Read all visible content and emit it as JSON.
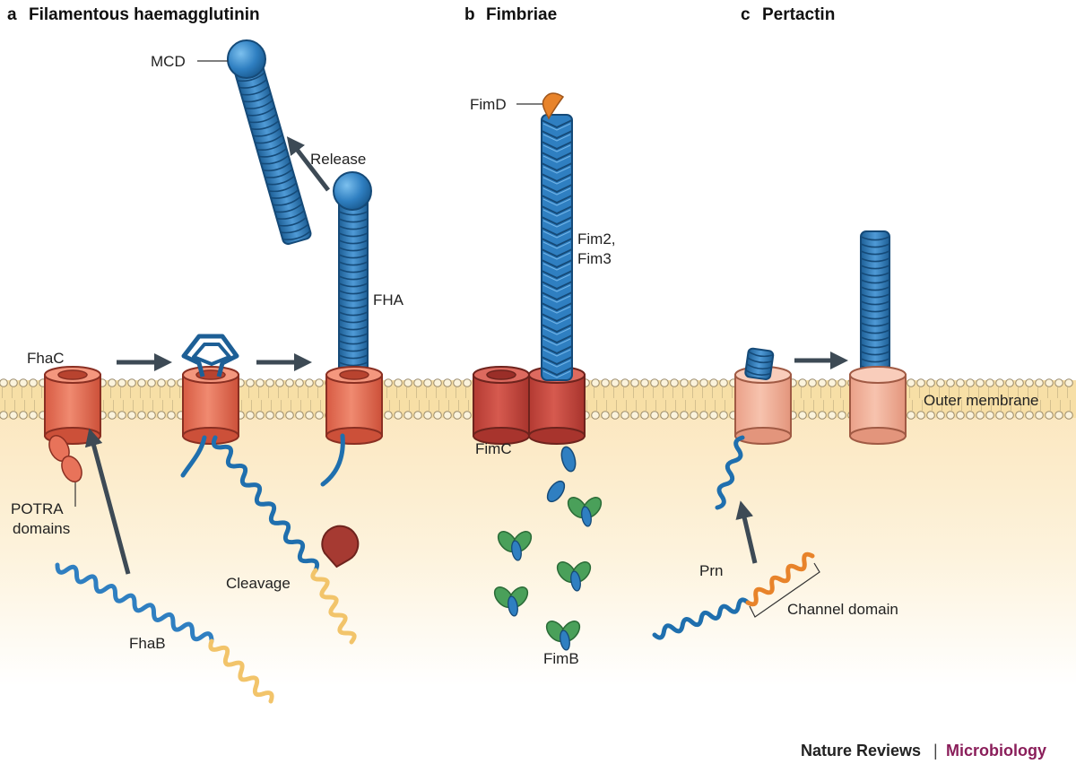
{
  "panels": {
    "a": {
      "letter": "a",
      "title": "Filamentous haemagglutinin"
    },
    "b": {
      "letter": "b",
      "title": "Fimbriae"
    },
    "c": {
      "letter": "c",
      "title": "Pertactin"
    }
  },
  "labels": {
    "mcd": "MCD",
    "release": "Release",
    "fha": "FHA",
    "fhac": "FhaC",
    "potra_line1": "POTRA",
    "potra_line2": "domains",
    "cleavage": "Cleavage",
    "fhab": "FhaB",
    "fimd": "FimD",
    "fim2": "Fim2,",
    "fim3": "Fim3",
    "fimc": "FimC",
    "fimb": "FimB",
    "outer_membrane": "Outer membrane",
    "prn": "Prn",
    "channel_domain": "Channel domain"
  },
  "credit": {
    "brand": "Nature Reviews",
    "separator": "|",
    "journal": "Microbiology"
  },
  "colors": {
    "protein_blue": "#2f7fc1",
    "fhac_orange": "#e8735a",
    "fimc_red": "#c9483f",
    "pertactin_peach": "#f2b09a",
    "fimd_orange": "#e8832a",
    "fimb_green": "#4aa05a",
    "signal_yellow": "#f2c46a",
    "arrow_gray": "#3d4a55",
    "cytoplasm_tint": "#fdf1d6",
    "journal_magenta": "#8a1e5a"
  }
}
